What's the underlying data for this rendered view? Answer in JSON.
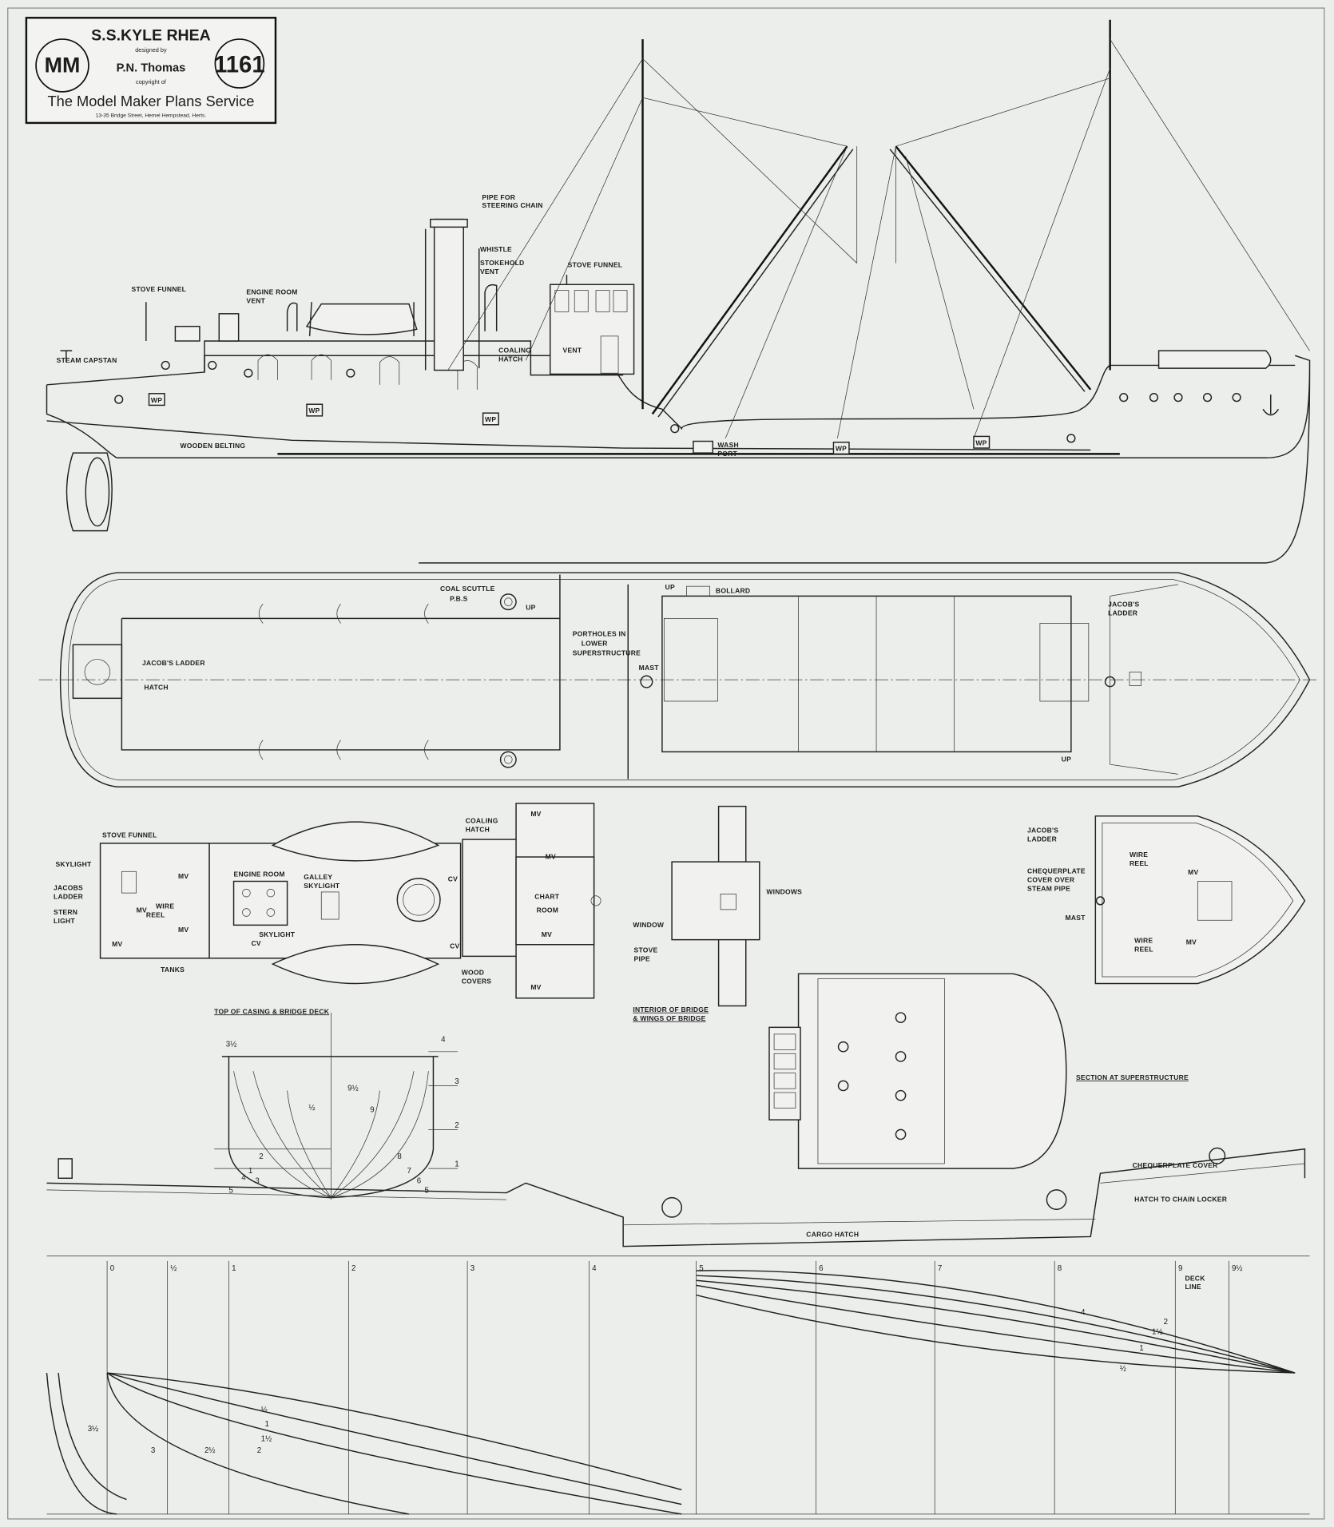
{
  "title_block": {
    "ship_name": "S.S.KYLE RHEA",
    "designed_by": "designed    by",
    "designer": "P.N. Thomas",
    "copyright": "copyright    of",
    "publisher": "The Model Maker Plans Service",
    "address": "13-35 Bridge Street,  Hemel  Hempstead, Herts.",
    "logo": "MM",
    "plan_number": "1161"
  },
  "profile_labels": [
    "PIPE FOR",
    "STEERING CHAIN",
    "WHISTLE",
    "STOKEHOLD",
    "VENT",
    "STOVE FUNNEL",
    "STOVE FUNNEL",
    "ENGINE ROOM",
    "VENT",
    "STEAM CAPSTAN",
    "COALING",
    "HATCH",
    "VENT",
    "WOODEN BELTING",
    "WASH",
    "PORT",
    "WP",
    "WP",
    "WP",
    "WP",
    "WP"
  ],
  "deck_labels": [
    "COAL SCUTTLE",
    "P.B.S",
    "UP",
    "BOLLARD",
    "UP",
    "PORTHOLES IN",
    "LOWER",
    "SUPERSTRUCTURE",
    "JACOB'S LADDER",
    "HATCH",
    "MAST",
    "JACOB'S",
    "LADDER",
    "UP"
  ],
  "casing_labels": [
    "STOVE FUNNEL",
    "SKYLIGHT",
    "JACOBS",
    "LADDER",
    "STERN",
    "LIGHT",
    "MV",
    "MV",
    "MV",
    "MV",
    "WIRE",
    "REEL",
    "ENGINE ROOM",
    "GALLEY",
    "SKYLIGHT",
    "SKYLIGHT",
    "CV",
    "CV",
    "CV",
    "TANKS",
    "TOP OF CASING & BRIDGE DECK"
  ],
  "bridge_labels": [
    "COALING",
    "HATCH",
    "CHART",
    "ROOM",
    "WOOD",
    "COVERS",
    "MV",
    "MV",
    "MV",
    "MV",
    "WINDOW",
    "WINDOWS",
    "STOVE",
    "PIPE",
    "INTERIOR OF BRIDGE",
    "& WINGS OF BRIDGE"
  ],
  "foredeck_labels": [
    "JACOB'S",
    "LADDER",
    "CHEQUERPLATE",
    "COVER OVER",
    "STEAM PIPE",
    "MAST",
    "WIRE",
    "REEL",
    "WIRE",
    "REEL",
    "MV",
    "MV"
  ],
  "section_labels": [
    "SECTION AT SUPERSTRUCTURE",
    "CHEQUERPLATE COVER",
    "HATCH TO CHAIN LOCKER",
    "CARGO HATCH",
    "DECK",
    "LINE"
  ],
  "body_plan_labels": [
    "3½",
    "4",
    "3",
    "2",
    "1",
    "½",
    "9½",
    "9",
    "8",
    "7",
    "6",
    "5",
    "2",
    "1",
    "4",
    "5",
    "3"
  ],
  "stations": [
    "0",
    "½",
    "1",
    "2",
    "3",
    "4",
    "5",
    "6",
    "7",
    "8",
    "9",
    "9½"
  ],
  "half_breadth_labels": [
    "½",
    "1",
    "1½",
    "2",
    "2½",
    "3",
    "3½",
    "4",
    "½",
    "1",
    "1½",
    "2"
  ]
}
